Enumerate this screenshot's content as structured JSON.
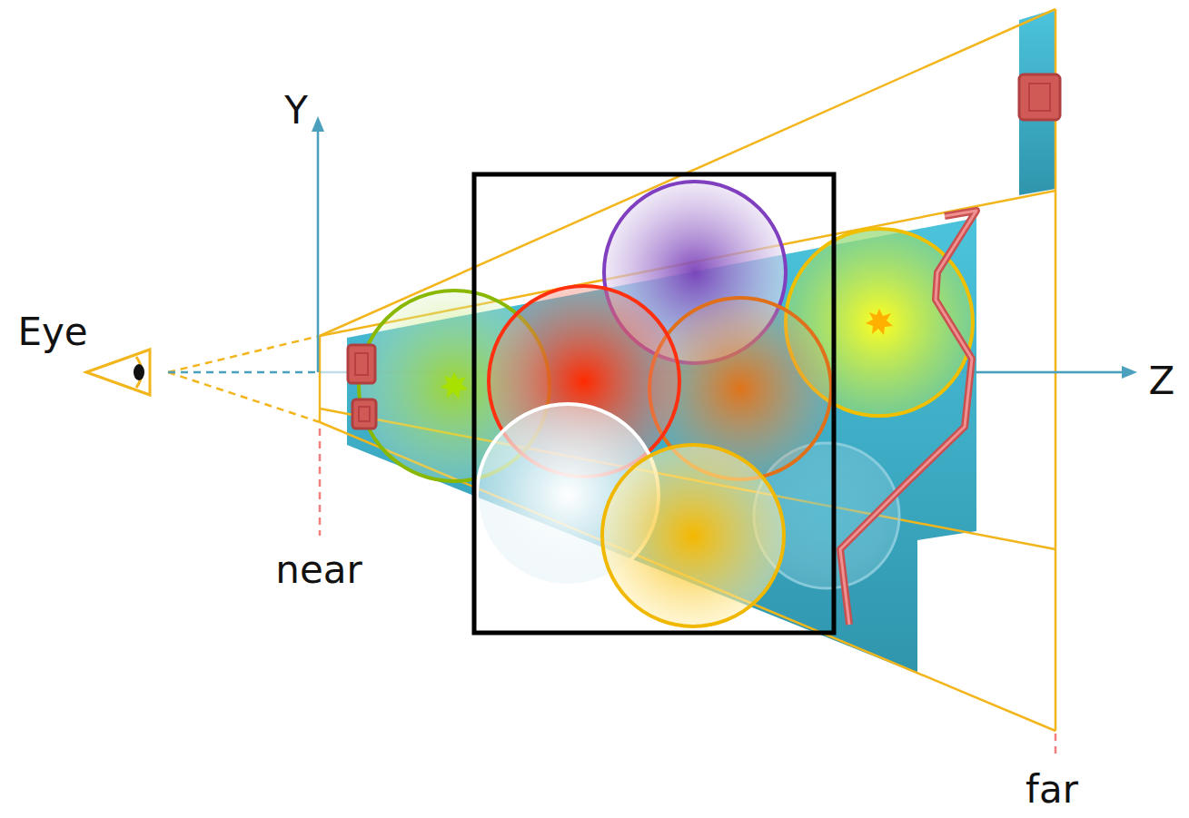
{
  "diagram": {
    "labels": [
      "Eye",
      "Y",
      "Z",
      "near",
      "far"
    ]
  }
}
